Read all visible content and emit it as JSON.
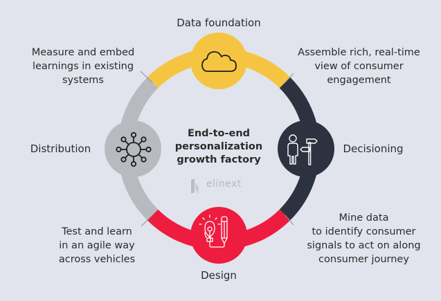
{
  "center": {
    "title": "End-to-end\npersonalization\ngrowth factory"
  },
  "logo": {
    "wordmark": "elinext"
  },
  "stages": [
    {
      "id": "data-foundation",
      "label": "Data foundation",
      "color": "#f5c542",
      "icon": "cloud-icon"
    },
    {
      "id": "decisioning",
      "label": "Decisioning",
      "color": "#2d3240",
      "icon": "person-signpost-icon"
    },
    {
      "id": "design",
      "label": "Design",
      "color": "#ee1c3f",
      "icon": "lightbulb-pencil-icon"
    },
    {
      "id": "distribution",
      "label": "Distribution",
      "color": "#b7babf",
      "icon": "network-hub-icon"
    }
  ],
  "notes": {
    "top_left": "Measure and embed\nlearnings in existing\nsystems",
    "top_right": "Assemble rich, real-time\nview of consumer\nengagement",
    "bottom_right": "Mine data\nto identify consumer\nsignals to act on along\nconsumer journey",
    "bottom_left": "Test and learn\nin an agile way\nacross vehicles"
  },
  "colors": {
    "background": "#e1e4ec",
    "connector": "#8e9199",
    "icon_dark": "#1e1e1e",
    "icon_light": "#ffffff"
  }
}
